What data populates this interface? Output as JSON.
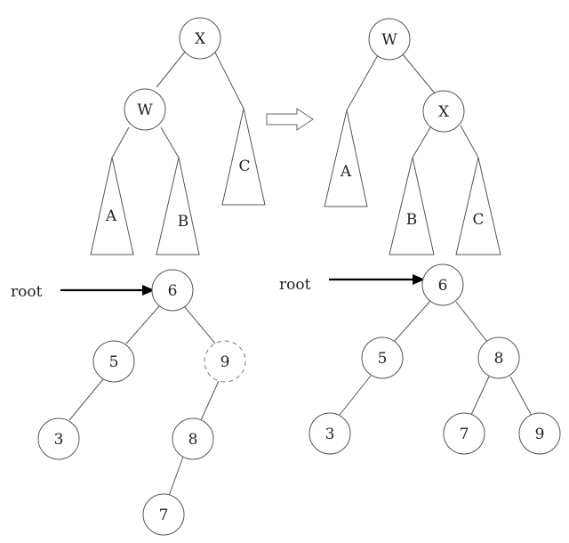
{
  "rotation": {
    "before": {
      "nodes": {
        "x": "X",
        "w": "W"
      },
      "subtrees": {
        "a": "A",
        "b": "B",
        "c": "C"
      }
    },
    "after": {
      "nodes": {
        "w": "W",
        "x": "X"
      },
      "subtrees": {
        "a": "A",
        "b": "B",
        "c": "C"
      }
    }
  },
  "bst_before": {
    "root_label": "root",
    "nodes": {
      "n6": "6",
      "n5": "5",
      "n9": "9",
      "n3": "3",
      "n8": "8",
      "n7": "7"
    }
  },
  "bst_after": {
    "root_label": "root",
    "nodes": {
      "n6": "6",
      "n5": "5",
      "n8": "8",
      "n3": "3",
      "n7": "7",
      "n9": "9"
    }
  }
}
